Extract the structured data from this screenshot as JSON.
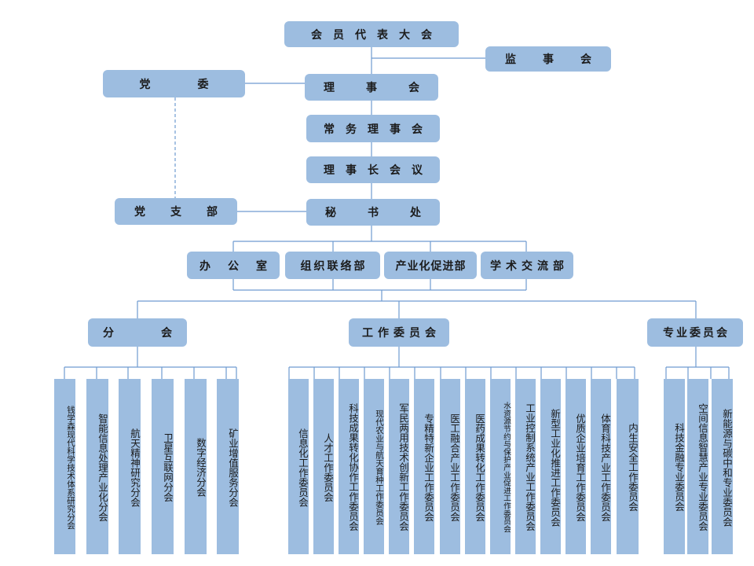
{
  "top": {
    "congress": "会员代表大会",
    "supervisors": "监事会",
    "party_committee": "党委",
    "council": "理事会",
    "standing_council": "常务理事会",
    "chairman_meeting": "理事长会议",
    "party_branch": "党支部",
    "secretariat": "秘书处"
  },
  "departments": [
    "办公室",
    "组织联络部",
    "产业化促进部",
    "学术交流部"
  ],
  "groups": {
    "branches": "分会",
    "work_committees": "工作委员会",
    "special_committees": "专业委员会"
  },
  "branch_items": [
    "钱学森现代科学技术体系研究分会",
    "智能信息处理产业化分会",
    "航天精神研究分会",
    "卫星互联网分会",
    "数字经济分会",
    "矿业增值服务分会"
  ],
  "work_items": [
    "信息化工作委员会",
    "人才工作委员会",
    "科技成果转化协作工作委员会",
    "现代农业与航天育种工作委员会",
    "军民两用技术创新工作委员会",
    "专精特新企业工作委员会",
    "医工融合产业工作委员会",
    "医药成果转化工作委员会",
    "水资源节约与保护产业促进工作委员会",
    "工业控制系统产业工作委员会",
    "新型工业化推进工作委员会",
    "优质企业培育工作委员会",
    "体育科技产业工作委员会",
    "内生安全工作委员会"
  ],
  "special_items": [
    "科技金融专业委员会",
    "空间信息智慧产业专业委员会",
    "新能源与碳中和专业委员会"
  ],
  "colors": {
    "box_fill": "#9dbde0",
    "line": "#6f9bd0"
  }
}
